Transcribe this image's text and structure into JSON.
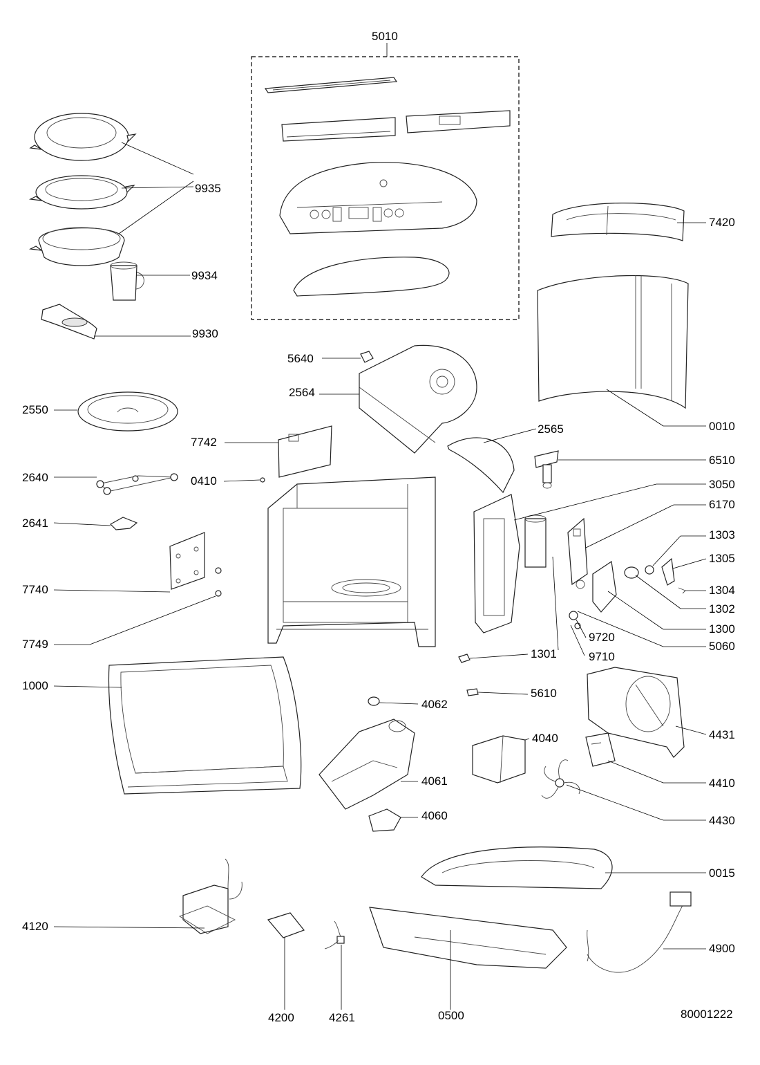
{
  "diagram": {
    "document_number": "80001222",
    "group_label": "5010",
    "parts": [
      "5010",
      "9935",
      "9934",
      "9930",
      "7420",
      "5640",
      "2564",
      "2550",
      "0010",
      "7742",
      "2565",
      "6510",
      "2640",
      "0410",
      "3050",
      "6170",
      "2641",
      "1303",
      "1305",
      "7740",
      "1304",
      "1302",
      "1300",
      "9720",
      "7749",
      "5060",
      "9710",
      "1301",
      "1000",
      "5610",
      "4062",
      "4431",
      "4040",
      "4410",
      "4061",
      "4060",
      "4430",
      "0015",
      "4120",
      "4900",
      "4200",
      "4261",
      "0500"
    ]
  }
}
